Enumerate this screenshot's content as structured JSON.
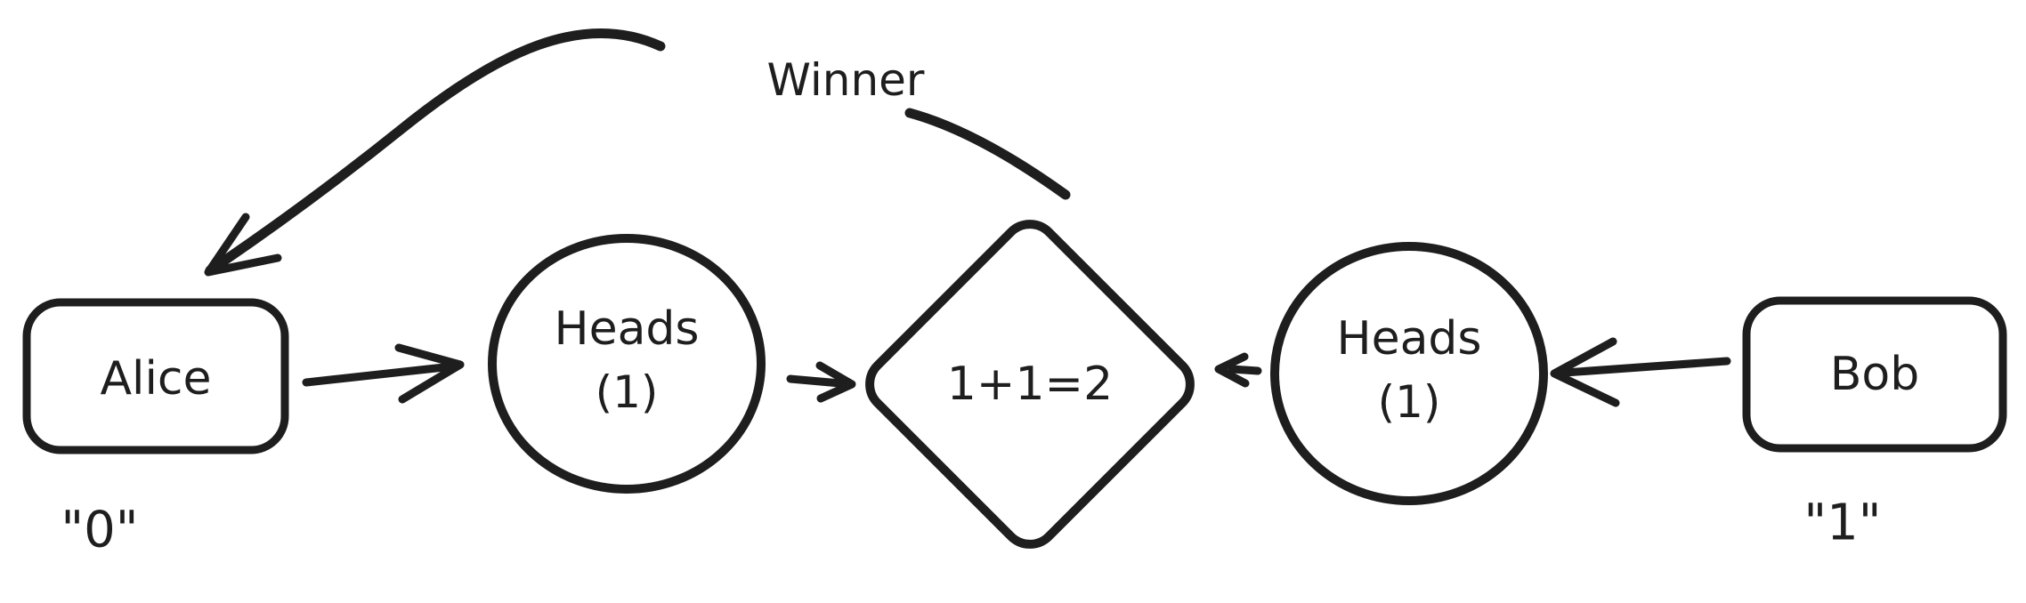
{
  "diagram": {
    "colors": {
      "stroke": "#1e1e1e",
      "node_fill": "#e9ecef",
      "background": "#ffffff"
    },
    "nodes": {
      "alice": {
        "label": "Alice",
        "value_label": "\"0\""
      },
      "coin_left": {
        "label": "Heads",
        "sublabel": "(1)"
      },
      "result": {
        "label": "1+1=2"
      },
      "coin_right": {
        "label": "Heads",
        "sublabel": "(1)"
      },
      "bob": {
        "label": "Bob",
        "value_label": "\"1\""
      }
    },
    "edges": {
      "alice_to_coin_left": {
        "from": "alice",
        "to": "coin_left"
      },
      "coin_left_to_result": {
        "from": "coin_left",
        "to": "result"
      },
      "coin_right_to_result": {
        "from": "coin_right",
        "to": "result"
      },
      "bob_to_coin_right": {
        "from": "bob",
        "to": "coin_right"
      },
      "result_to_alice": {
        "from": "result",
        "to": "alice",
        "label": "Winner"
      }
    }
  }
}
